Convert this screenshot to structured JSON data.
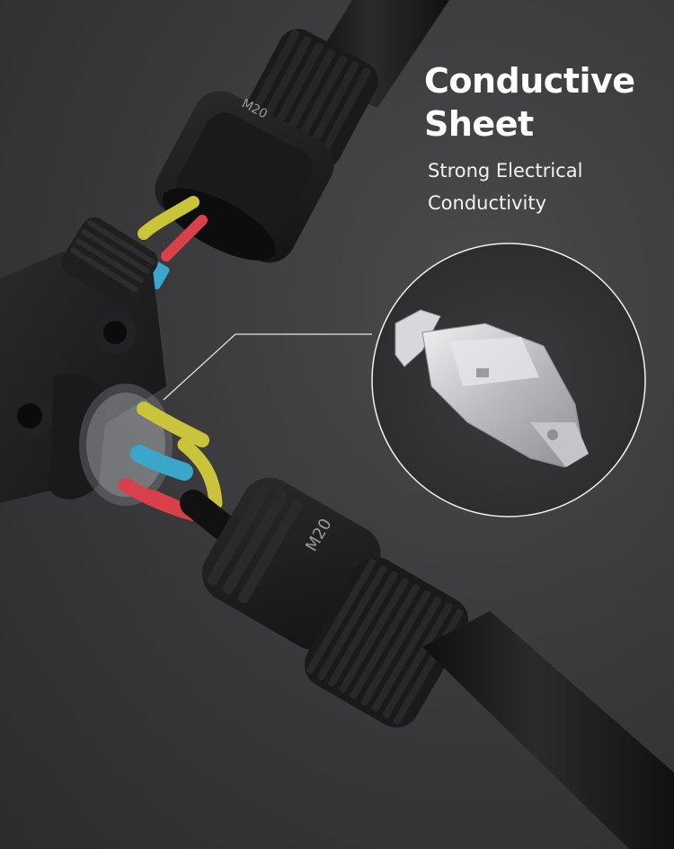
{
  "headline": {
    "line1": "Conductive",
    "line2": "Sheet"
  },
  "subheadline": {
    "line1": "Strong Electrical",
    "line2": "Conductivity"
  },
  "glands": {
    "top_marking": "M20",
    "bottom_marking": "M20"
  },
  "colors": {
    "background": "#3a3a3c",
    "connector_body": "#1c1c1e",
    "wire_yellow": "#c9c43a",
    "wire_blue": "#3aa6c9",
    "wire_red": "#d8404a",
    "terminal_silver": "#c8c8cc",
    "callout_line": "#e8e8e8"
  }
}
